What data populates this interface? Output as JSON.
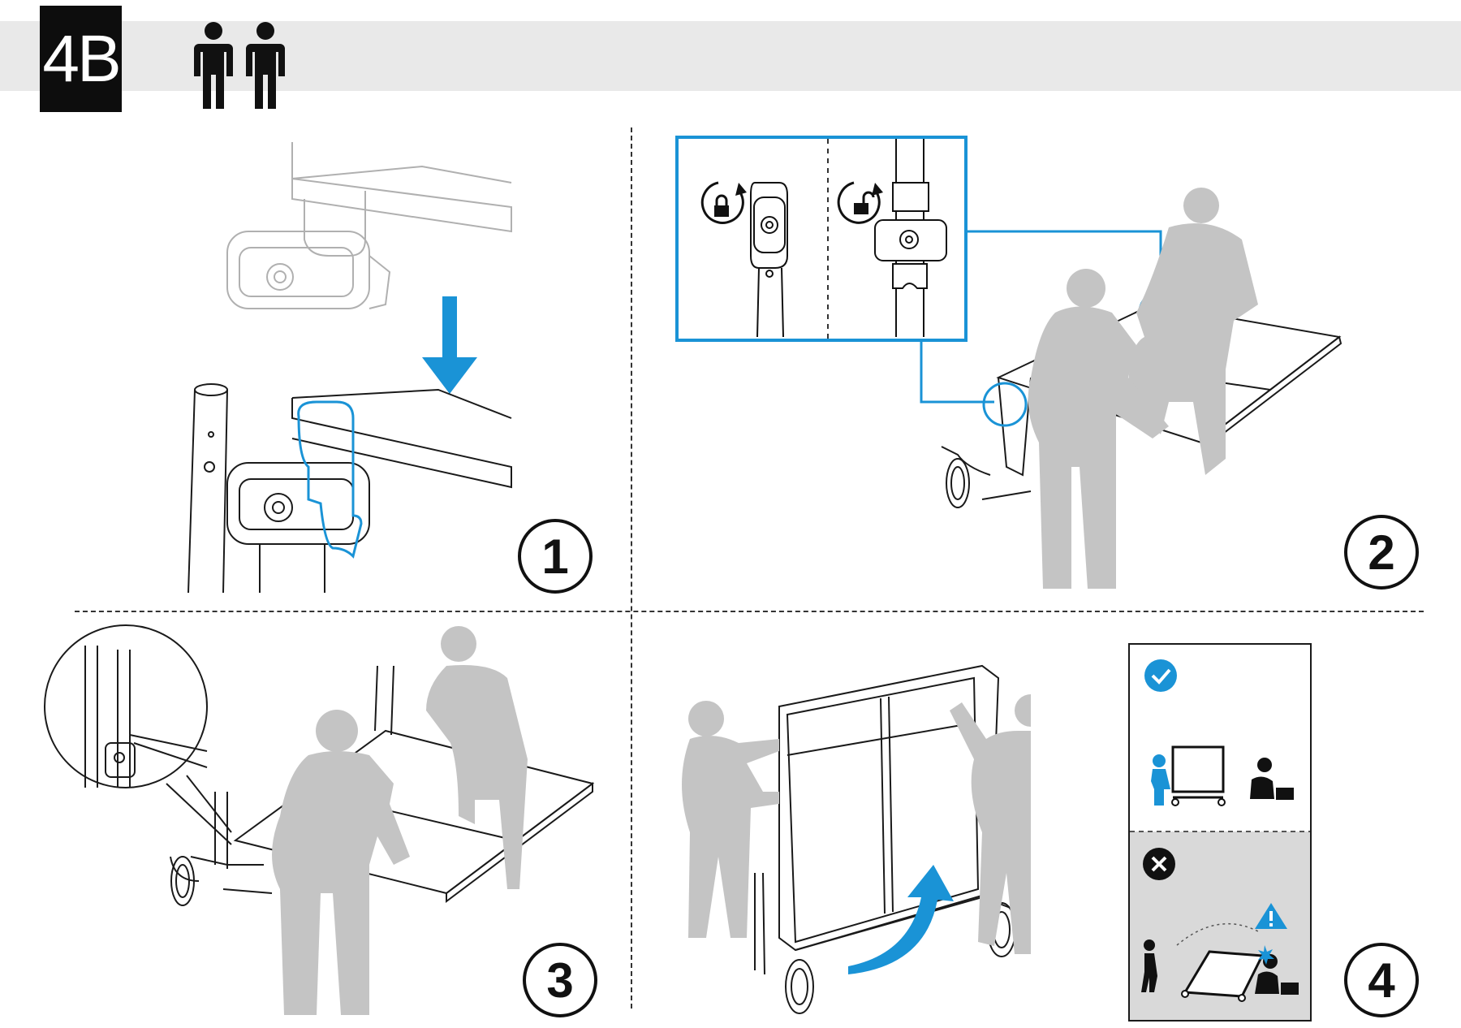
{
  "header": {
    "step_code": "4B",
    "persons_icon": "two-persons-icon"
  },
  "steps": [
    {
      "number": "1"
    },
    {
      "number": "2"
    },
    {
      "number": "3"
    },
    {
      "number": "4"
    }
  ],
  "icons": {
    "lock": "padlock-locked-icon",
    "unlock": "padlock-unlocked-icon",
    "check": "check-circle-icon",
    "cross": "cross-circle-icon",
    "warning": "warning-triangle-icon",
    "arrow_down": "arrow-down-icon",
    "arrow_curve": "curved-arrow-icon"
  },
  "colors": {
    "accent_blue": "#1a93d6",
    "silhouette_gray": "#c4c4c4",
    "line_dark": "#1a1a1a",
    "panel_wrong_bg": "#d9d9d9"
  }
}
